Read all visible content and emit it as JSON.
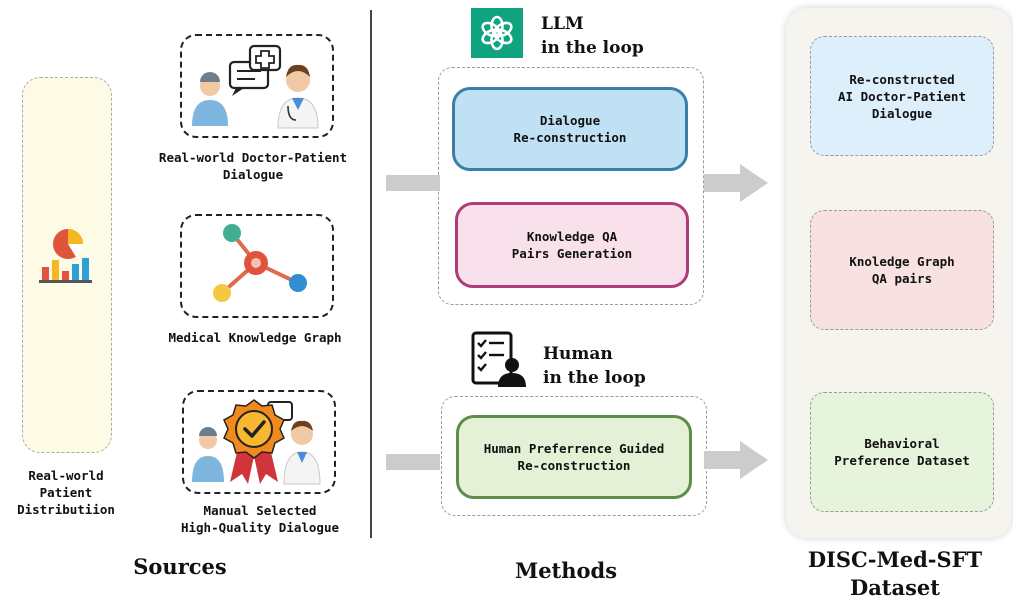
{
  "sources": {
    "heading": "Sources",
    "distribution_label": [
      "Real-world",
      "Patient",
      "Distributiion"
    ],
    "items": [
      {
        "label": [
          "Real-world Doctor-Patient",
          "Dialogue"
        ]
      },
      {
        "label": [
          "Medical Knowledge Graph"
        ]
      },
      {
        "label": [
          "Manual Selected",
          "High-Quality Dialogue"
        ]
      }
    ]
  },
  "methods": {
    "heading": "Methods",
    "llm_loop": [
      "LLM",
      "in the loop"
    ],
    "human_loop": [
      "Human",
      "in the loop"
    ],
    "boxes": [
      {
        "label": [
          "Dialogue",
          "Re-construction"
        ]
      },
      {
        "label": [
          "Knowledge QA",
          "Pairs Generation"
        ]
      },
      {
        "label": [
          "Human Preferrence Guided",
          "Re-construction"
        ]
      }
    ]
  },
  "dataset": {
    "heading": [
      "DISC-Med-SFT",
      "Dataset"
    ],
    "items": [
      {
        "label": [
          "Re-constructed",
          "AI Doctor-Patient",
          "Dialogue"
        ]
      },
      {
        "label": [
          "Knoledge Graph",
          "QA pairs"
        ]
      },
      {
        "label": [
          "Behavioral",
          "Preference Dataset"
        ]
      }
    ]
  },
  "colors": {
    "llm_logo_bg": "#10a37f",
    "dialogue_fill": "#bfe1f3",
    "dialogue_border": "#3b7ea6",
    "knowledge_fill": "#f8e1ea",
    "knowledge_border": "#b03b7a",
    "human_fill": "#e4f1d6",
    "human_border": "#5c8e4a",
    "distribution_fill": "#fdfbe6",
    "dataset_panel": "#f6f4ee",
    "out1": "#dceffa",
    "out2": "#f7e1e1",
    "out3": "#e6f4dc",
    "arrow": "#cccccc"
  }
}
